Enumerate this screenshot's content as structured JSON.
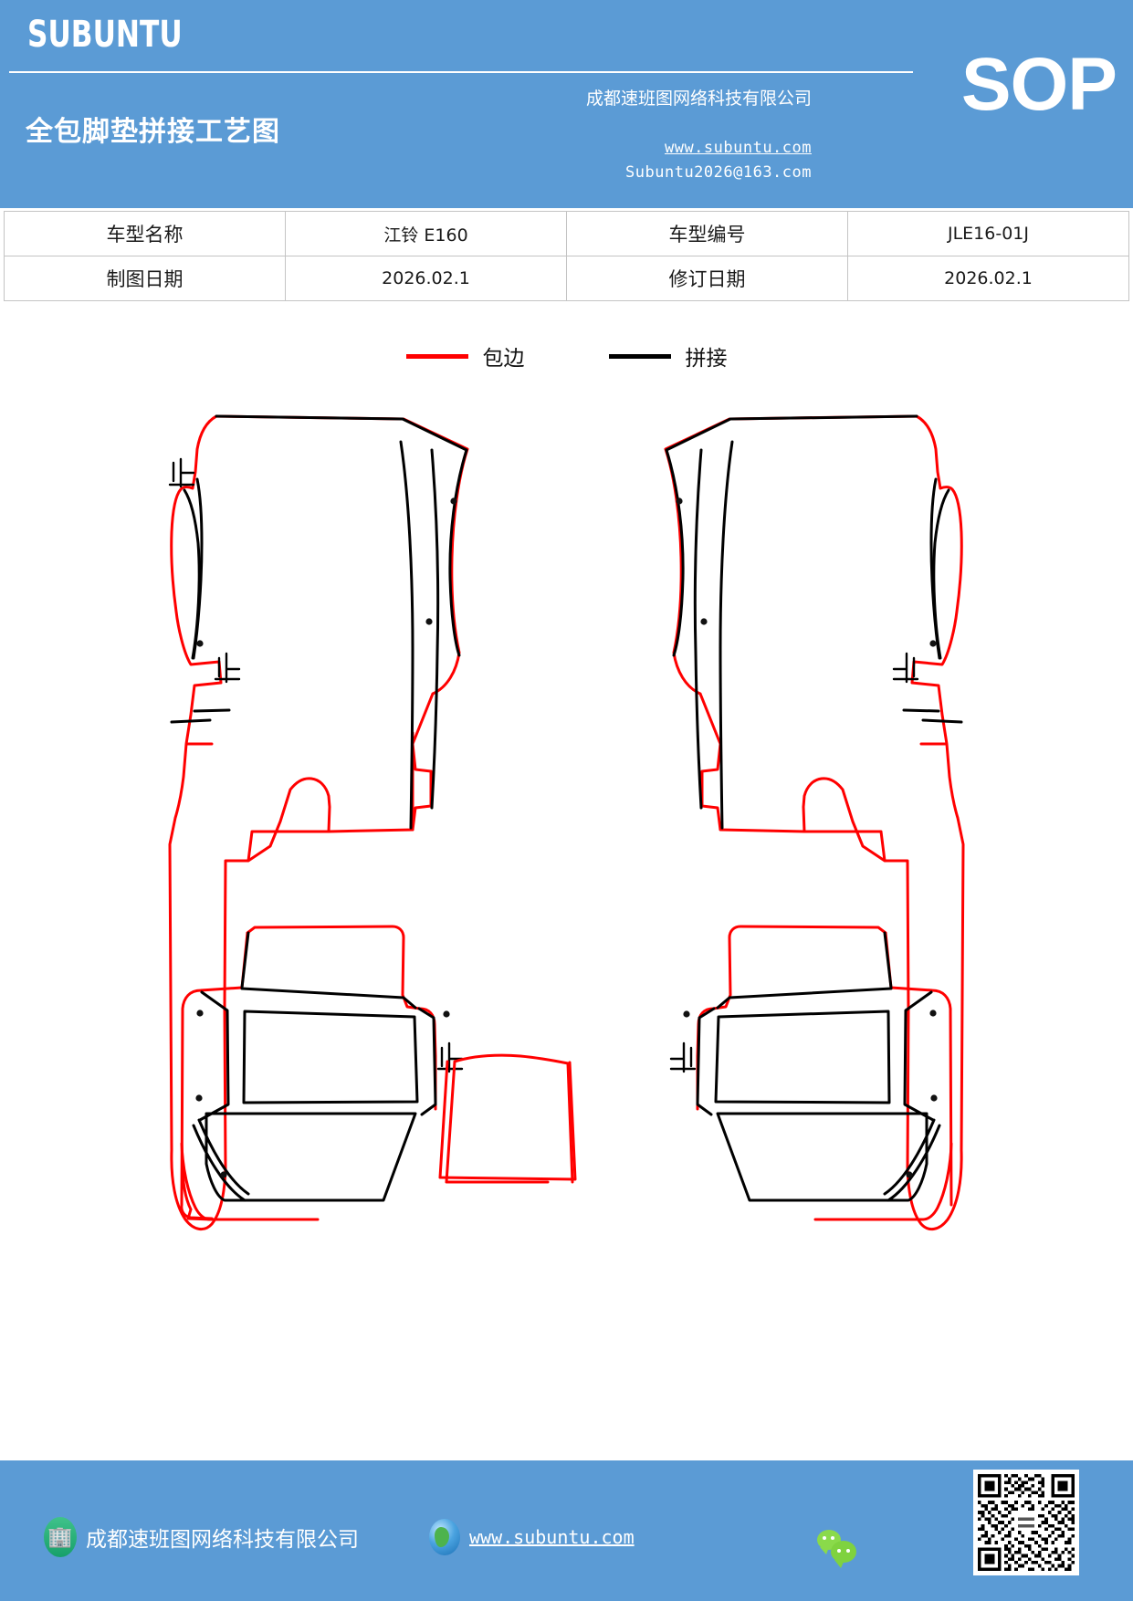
{
  "header": {
    "brand": "SUBUNTU",
    "doc_title": "全包脚垫拼接工艺图",
    "company_cn": "成都速班图网络科技有限公司",
    "website": "www.subuntu.com",
    "email": "Subuntu2026@163.com",
    "sop_badge": "SOP",
    "bg_color": "#5B9BD5"
  },
  "info_table": {
    "rows": [
      {
        "label1": "车型名称",
        "value1": "江铃 E160",
        "label2": "车型编号",
        "value2": "JLE16-01J"
      },
      {
        "label1": "制图日期",
        "value1": "2026.02.1",
        "label2": "修订日期",
        "value2": "2026.02.1"
      }
    ]
  },
  "legend": {
    "items": [
      {
        "label": "包边",
        "color": "#FF0000",
        "meaning": "edge-binding"
      },
      {
        "label": "拼接",
        "color": "#000000",
        "meaning": "seam-splice"
      }
    ]
  },
  "drawing": {
    "title": "全包脚垫拼接工艺图",
    "binding_color": "#FF0000",
    "seam_color": "#000000",
    "pieces": [
      "front-left-mat",
      "front-right-mat",
      "front-left-sill-strip",
      "front-right-sill-strip",
      "rear-left-mat",
      "rear-right-mat",
      "rear-center-tunnel-mat"
    ]
  },
  "footer": {
    "company_icon": "building-icon",
    "company_name": "成都速班图网络科技有限公司",
    "globe_icon": "globe-icon",
    "url": "www.subuntu.com",
    "wechat_icon": "wechat-icon",
    "qr_code": "qr-code",
    "bg_color": "#5B9BD5"
  }
}
